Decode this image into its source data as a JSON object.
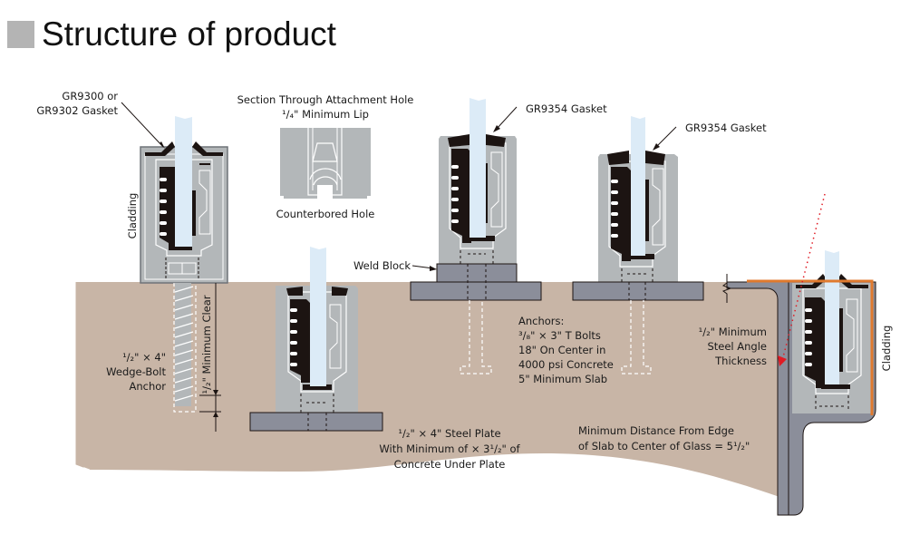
{
  "header": {
    "title": "Structure of product"
  },
  "colors": {
    "concrete": "#c8b5a6",
    "aluminum": "#b3b7b9",
    "steel": "#8b8e9a",
    "gasket": "#1c1412",
    "glass": "#dcebf7",
    "cladding_trim": "#e07a2e",
    "glass_path_marker": "#e01b24"
  },
  "labels": {
    "gasket_gr9300": [
      "GR9300 or",
      "GR9302 Gasket"
    ],
    "cladding_left": "Cladding",
    "section_title": [
      "Section Through Attachment Hole",
      "¹/₄\" Minimum Lip"
    ],
    "counterbored_hole": "Counterbored Hole",
    "gasket_gr9354_a": "GR9354 Gasket",
    "gasket_gr9354_b": "GR9354 Gasket",
    "weld_block": "Weld Block",
    "wedge_bolt": [
      "¹/₂\" × 4\"",
      "Wedge-Bolt",
      "Anchor"
    ],
    "minimum_clear": "¹/₂\" Minimum Clear",
    "steel_plate": [
      "¹/₂\" × 4\" Steel Plate",
      "With Minimum of × 3¹/₂\" of",
      "Concrete Under Plate"
    ],
    "anchors": [
      "Anchors:",
      "³/₈\" × 3\" T Bolts",
      "18\" On Center in",
      "4000 psi Concrete",
      "5\" Minimum Slab"
    ],
    "edge_distance": [
      "Minimum Distance From Edge",
      "of Slab to Center of Glass = 5¹/₂\""
    ],
    "steel_angle": [
      "¹/₂\" Minimum",
      "Steel Angle",
      "Thickness"
    ],
    "cladding_right": "Cladding"
  }
}
